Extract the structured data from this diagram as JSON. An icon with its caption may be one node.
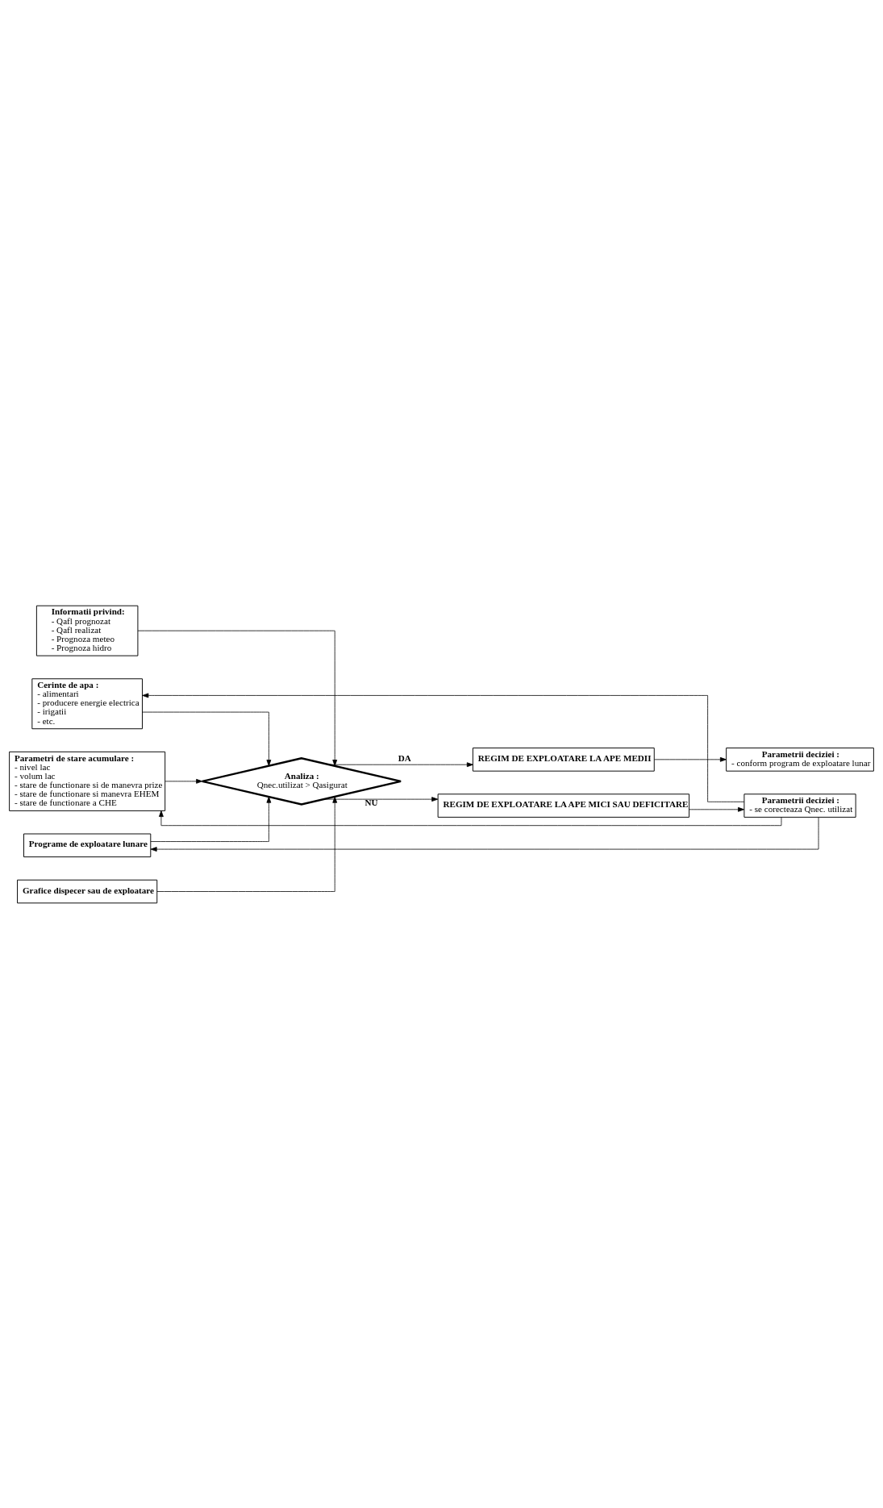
{
  "diagram": {
    "nodes": [
      {
        "text": [
          "Informatii privind:",
          "- Qafl prognozat",
          "- Qafl realizat",
          "- Prognoza meteo",
          "- Prognoza hidro"
        ]
      },
      {
        "text": [
          "Cerinte de apa :",
          "- alimentari",
          "- producere energie electrica",
          "- irigatii",
          "- etc."
        ]
      },
      {
        "text": [
          "Parametri de stare acumulare :",
          "- nivel lac",
          "- volum lac",
          "- stare de functionare si de manevra prize",
          "- stare de functionare si manevra EHEM",
          "- stare de functionare a CHE"
        ]
      },
      {
        "text": [
          "Grafice dispecer sau de exploatare"
        ]
      },
      {
        "text": [
          "Programe de exploatare lunare"
        ]
      },
      {
        "text": [
          "Analiza :",
          "Qnec.utilizat > Qasigurat"
        ]
      },
      {
        "text": [
          "REGIM DE EXPLOATARE LA APE MEDII"
        ]
      },
      {
        "text": [
          "Parametrii deciziei :",
          "- conform program de exploatare lunar"
        ]
      },
      {
        "text": [
          "REGIM DE EXPLOATARE LA APE MICI SAU DEFICITARE"
        ]
      },
      {
        "text": [
          "Parametrii deciziei :",
          "- se corecteaza Qnec. utilizat"
        ]
      }
    ],
    "edges": [
      {
        "from": 0,
        "to": 5,
        "arrow": "to"
      },
      {
        "from": 1,
        "to": 5,
        "arrow": "to"
      },
      {
        "from": 2,
        "to": 5,
        "arrow": "to"
      },
      {
        "from": 3,
        "to": 5,
        "arrow": "to"
      },
      {
        "from": 4,
        "to": 5,
        "arrow": "to"
      },
      {
        "from": 5,
        "to": 6,
        "arrow": "to",
        "label": "DA"
      },
      {
        "from": 5,
        "to": 8,
        "arrow": "to",
        "label": "NU"
      },
      {
        "from": 6,
        "to": 7,
        "arrow": "to"
      },
      {
        "from": 8,
        "to": 9,
        "arrow": "to"
      },
      {
        "from": 9,
        "to": 1,
        "arrow": "to"
      },
      {
        "from": 9,
        "to": 2,
        "arrow": "to"
      },
      {
        "from": 9,
        "to": 4,
        "arrow": "to"
      }
    ]
  }
}
